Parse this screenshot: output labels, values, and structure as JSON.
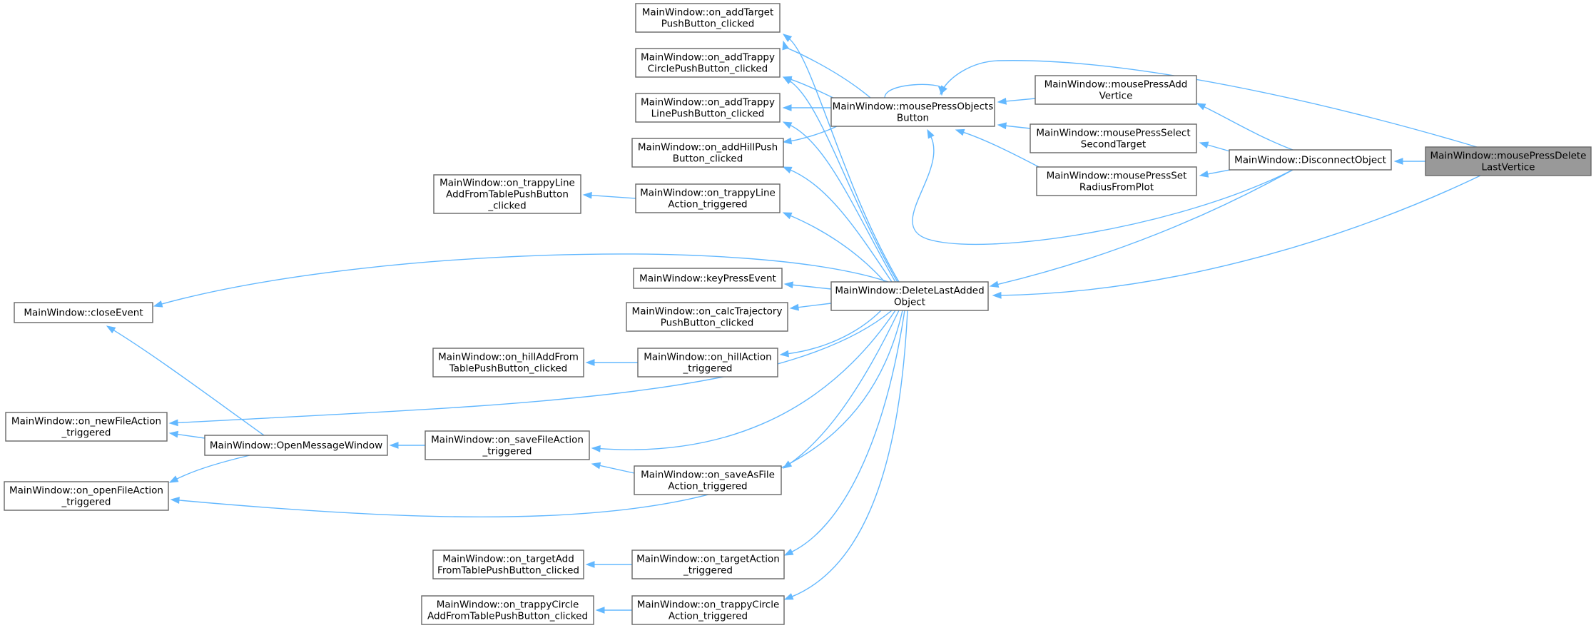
{
  "title": "",
  "nodes": [
    {
      "id": "target",
      "lines": [
        "MainWindow::mousePressDelete",
        "LastVertice"
      ],
      "highlight": true
    },
    {
      "id": "disconnect",
      "lines": [
        "MainWindow::DisconnectObject"
      ]
    },
    {
      "id": "mpAddVertice",
      "lines": [
        "MainWindow::mousePressAdd",
        "Vertice"
      ]
    },
    {
      "id": "mpSelectSecond",
      "lines": [
        "MainWindow::mousePressSelect",
        "SecondTarget"
      ]
    },
    {
      "id": "mpSetRadius",
      "lines": [
        "MainWindow::mousePressSet",
        "RadiusFromPlot"
      ]
    },
    {
      "id": "mpObjects",
      "lines": [
        "MainWindow::mousePressObjects",
        "Button"
      ]
    },
    {
      "id": "deleteLast",
      "lines": [
        "MainWindow::DeleteLastAdded",
        "Object"
      ]
    },
    {
      "id": "addTarget",
      "lines": [
        "MainWindow::on_addTarget",
        "PushButton_clicked"
      ]
    },
    {
      "id": "addTrappyCircle",
      "lines": [
        "MainWindow::on_addTrappy",
        "CirclePushButton_clicked"
      ]
    },
    {
      "id": "addTrappyLine",
      "lines": [
        "MainWindow::on_addTrappy",
        "LinePushButton_clicked"
      ]
    },
    {
      "id": "addHill",
      "lines": [
        "MainWindow::on_addHillPush",
        "Button_clicked"
      ]
    },
    {
      "id": "trappyLineAction",
      "lines": [
        "MainWindow::on_trappyLine",
        "Action_triggered"
      ]
    },
    {
      "id": "trappyLineAddFromTable",
      "lines": [
        "MainWindow::on_trappyLine",
        "AddFromTablePushButton",
        "_clicked"
      ]
    },
    {
      "id": "keyPress",
      "lines": [
        "MainWindow::keyPressEvent"
      ]
    },
    {
      "id": "calcTrajectory",
      "lines": [
        "MainWindow::on_calcTrajectory",
        "PushButton_clicked"
      ]
    },
    {
      "id": "hillAction",
      "lines": [
        "MainWindow::on_hillAction",
        "_triggered"
      ]
    },
    {
      "id": "hillAddFromTable",
      "lines": [
        "MainWindow::on_hillAddFrom",
        "TablePushButton_clicked"
      ]
    },
    {
      "id": "closeEvent",
      "lines": [
        "MainWindow::closeEvent"
      ]
    },
    {
      "id": "newFile",
      "lines": [
        "MainWindow::on_newFileAction",
        "_triggered"
      ]
    },
    {
      "id": "openMessage",
      "lines": [
        "MainWindow::OpenMessageWindow"
      ]
    },
    {
      "id": "saveFile",
      "lines": [
        "MainWindow::on_saveFileAction",
        "_triggered"
      ]
    },
    {
      "id": "openFile",
      "lines": [
        "MainWindow::on_openFileAction",
        "_triggered"
      ]
    },
    {
      "id": "saveAsFile",
      "lines": [
        "MainWindow::on_saveAsFile",
        "Action_triggered"
      ]
    },
    {
      "id": "targetAction",
      "lines": [
        "MainWindow::on_targetAction",
        "_triggered"
      ]
    },
    {
      "id": "targetAddFromTable",
      "lines": [
        "MainWindow::on_targetAdd",
        "FromTablePushButton_clicked"
      ]
    },
    {
      "id": "trappyCircleAction",
      "lines": [
        "MainWindow::on_trappyCircle",
        "Action_triggered"
      ]
    },
    {
      "id": "trappyCircleAddFromTable",
      "lines": [
        "MainWindow::on_trappyCircle",
        "AddFromTablePushButton_clicked"
      ]
    }
  ],
  "edges": [
    {
      "from": "target",
      "to": "disconnect"
    },
    {
      "from": "target",
      "to": "mpObjects"
    },
    {
      "from": "target",
      "to": "deleteLast"
    },
    {
      "from": "disconnect",
      "to": "mpAddVertice"
    },
    {
      "from": "disconnect",
      "to": "mpSelectSecond"
    },
    {
      "from": "disconnect",
      "to": "mpSetRadius"
    },
    {
      "from": "disconnect",
      "to": "mpObjects"
    },
    {
      "from": "disconnect",
      "to": "deleteLast"
    },
    {
      "from": "mpAddVertice",
      "to": "mpObjects"
    },
    {
      "from": "mpSelectSecond",
      "to": "mpObjects"
    },
    {
      "from": "mpSetRadius",
      "to": "mpObjects"
    },
    {
      "from": "mpObjects",
      "to": "mpObjects"
    },
    {
      "from": "mpObjects",
      "to": "addTarget"
    },
    {
      "from": "mpObjects",
      "to": "addTrappyCircle"
    },
    {
      "from": "mpObjects",
      "to": "addTrappyLine"
    },
    {
      "from": "mpObjects",
      "to": "addHill"
    },
    {
      "from": "deleteLast",
      "to": "addTarget"
    },
    {
      "from": "deleteLast",
      "to": "addTrappyCircle"
    },
    {
      "from": "deleteLast",
      "to": "addTrappyLine"
    },
    {
      "from": "deleteLast",
      "to": "addHill"
    },
    {
      "from": "deleteLast",
      "to": "trappyLineAction"
    },
    {
      "from": "deleteLast",
      "to": "keyPress"
    },
    {
      "from": "deleteLast",
      "to": "calcTrajectory"
    },
    {
      "from": "deleteLast",
      "to": "hillAction"
    },
    {
      "from": "deleteLast",
      "to": "closeEvent"
    },
    {
      "from": "deleteLast",
      "to": "newFile"
    },
    {
      "from": "deleteLast",
      "to": "saveFile"
    },
    {
      "from": "deleteLast",
      "to": "saveAsFile"
    },
    {
      "from": "deleteLast",
      "to": "openFile"
    },
    {
      "from": "deleteLast",
      "to": "targetAction"
    },
    {
      "from": "deleteLast",
      "to": "trappyCircleAction"
    },
    {
      "from": "trappyLineAction",
      "to": "trappyLineAddFromTable"
    },
    {
      "from": "hillAction",
      "to": "hillAddFromTable"
    },
    {
      "from": "saveFile",
      "to": "openMessage"
    },
    {
      "from": "saveAsFile",
      "to": "saveFile"
    },
    {
      "from": "openMessage",
      "to": "closeEvent"
    },
    {
      "from": "openMessage",
      "to": "newFile"
    },
    {
      "from": "openMessage",
      "to": "openFile"
    },
    {
      "from": "targetAction",
      "to": "targetAddFromTable"
    },
    {
      "from": "trappyCircleAction",
      "to": "trappyCircleAddFromTable"
    }
  ],
  "colors": {
    "edge": "#63b8ff",
    "node_border": "#666666",
    "node_fill": "#ffffff",
    "highlight_fill": "#999999",
    "text": "#000000"
  }
}
